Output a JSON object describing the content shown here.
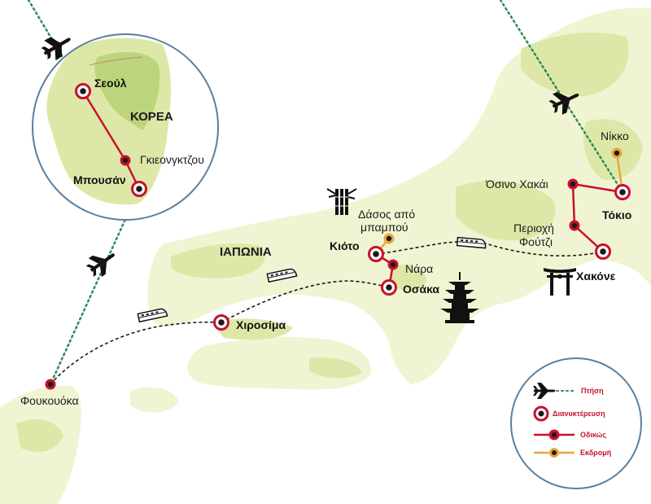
{
  "colors": {
    "land": "#f1f4d2",
    "highland": "#dde8a8",
    "korea_land": "#dde8a8",
    "korea_high": "#bcd57c",
    "route_road": "#c8102e",
    "route_excursion": "#e8a838",
    "route_flight": "#2e8b57",
    "route_train": "#1a1a1a",
    "circle_border": "#5a7fa0",
    "legend_text": "#c8102e"
  },
  "labels": {
    "korea": "ΚΟΡΕΑ",
    "japan": "ΙΑΠΩΝΙΑ"
  },
  "places": [
    {
      "id": "seoul",
      "name": "Σεούλ",
      "bold": true,
      "type": "overnight"
    },
    {
      "id": "gyeongju",
      "name": "Γκιεονγκτζου",
      "bold": false,
      "type": "road"
    },
    {
      "id": "busan",
      "name": "Μπουσάν",
      "bold": true,
      "type": "overnight"
    },
    {
      "id": "fukuoka",
      "name": "Φουκουόκα",
      "bold": false,
      "type": "road"
    },
    {
      "id": "hiroshima",
      "name": "Χιροσίμα",
      "bold": true,
      "type": "overnight"
    },
    {
      "id": "kyoto",
      "name": "Κιότο",
      "bold": true,
      "type": "overnight"
    },
    {
      "id": "bamboo",
      "name_line1": "Δάσος από",
      "name_line2": "μπαμπού",
      "bold": false,
      "type": "excursion"
    },
    {
      "id": "nara",
      "name": "Νάρα",
      "bold": false,
      "type": "road"
    },
    {
      "id": "osaka",
      "name": "Οσάκα",
      "bold": true,
      "type": "overnight"
    },
    {
      "id": "hakone",
      "name": "Χακόνε",
      "bold": true,
      "type": "overnight"
    },
    {
      "id": "fuji",
      "name_line1": "Περιοχή",
      "name_line2": "Φούτζι",
      "bold": false,
      "type": "road"
    },
    {
      "id": "oshino",
      "name": "Όσινο Χακάι",
      "bold": false,
      "type": "road"
    },
    {
      "id": "tokyo",
      "name": "Τόκιο",
      "bold": true,
      "type": "overnight"
    },
    {
      "id": "nikko",
      "name": "Νίκκο",
      "bold": false,
      "type": "excursion"
    }
  ],
  "icons": [
    "airplane-icon",
    "train-icon",
    "bamboo-icon",
    "pagoda-icon",
    "torii-gate-icon"
  ],
  "legend": {
    "items": [
      {
        "key": "flight",
        "label": "Πτήση"
      },
      {
        "key": "overnight",
        "label": "Διανυκτέρευση"
      },
      {
        "key": "road",
        "label": "Οδικώς"
      },
      {
        "key": "excursion",
        "label": "Εκδρομή"
      }
    ]
  }
}
